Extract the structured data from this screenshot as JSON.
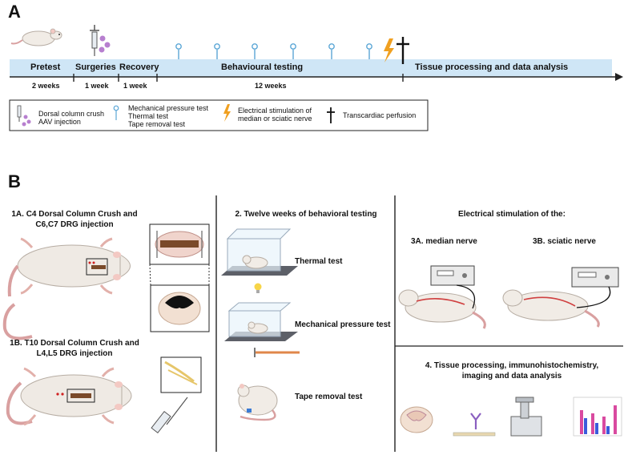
{
  "panel_a": {
    "letter": "A",
    "timeline": {
      "phases": [
        "Pretest",
        "Surgeries",
        "Recovery",
        "Behavioural testing",
        "Tissue processing and data analysis"
      ],
      "durations": [
        "2 weeks",
        "1 week",
        "1 week",
        "12 weeks"
      ]
    },
    "legend": {
      "crush": "Dorsal column crush",
      "aav": "AAV injection",
      "mech": "Mechanical pressure test",
      "thermal": "Thermal test",
      "tape": "Tape removal test",
      "estim_1": "Electrical stimulation of",
      "estim_2": "median or sciatic nerve",
      "perfusion": "Transcardiac perfusion"
    },
    "colors": {
      "timeline_bar": "#cfe6f6",
      "pin": "#5aa6d6",
      "bolt": "#f0a020"
    }
  },
  "panel_b": {
    "letter": "B",
    "section_1a_line1": "1A. C4 Dorsal Column Crush and",
    "section_1a_line2": "C6,C7 DRG injection",
    "section_1b_line1": "1B. T10 Dorsal Column Crush and",
    "section_1b_line2": "L4,L5 DRG injection",
    "section_2_title": "2. Twelve weeks of behavioral testing",
    "thermal_test": "Thermal test",
    "mech_test": "Mechanical pressure test",
    "tape_test": "Tape removal test",
    "estim_title": "Electrical stimulation of the:",
    "median": "3A.  median nerve",
    "sciatic": "3B. sciatic nerve",
    "tissue_line1": "4. Tissue processing, immunohistochemistry,",
    "tissue_line2": "imaging and data analysis",
    "icons": [
      "rat-icon",
      "syringe-icon",
      "virus-icon",
      "pin-icon",
      "lightning-icon",
      "cross-icon",
      "spinal-cord-icon",
      "microscope-icon",
      "bar-chart-icon",
      "stimulator-icon"
    ]
  }
}
